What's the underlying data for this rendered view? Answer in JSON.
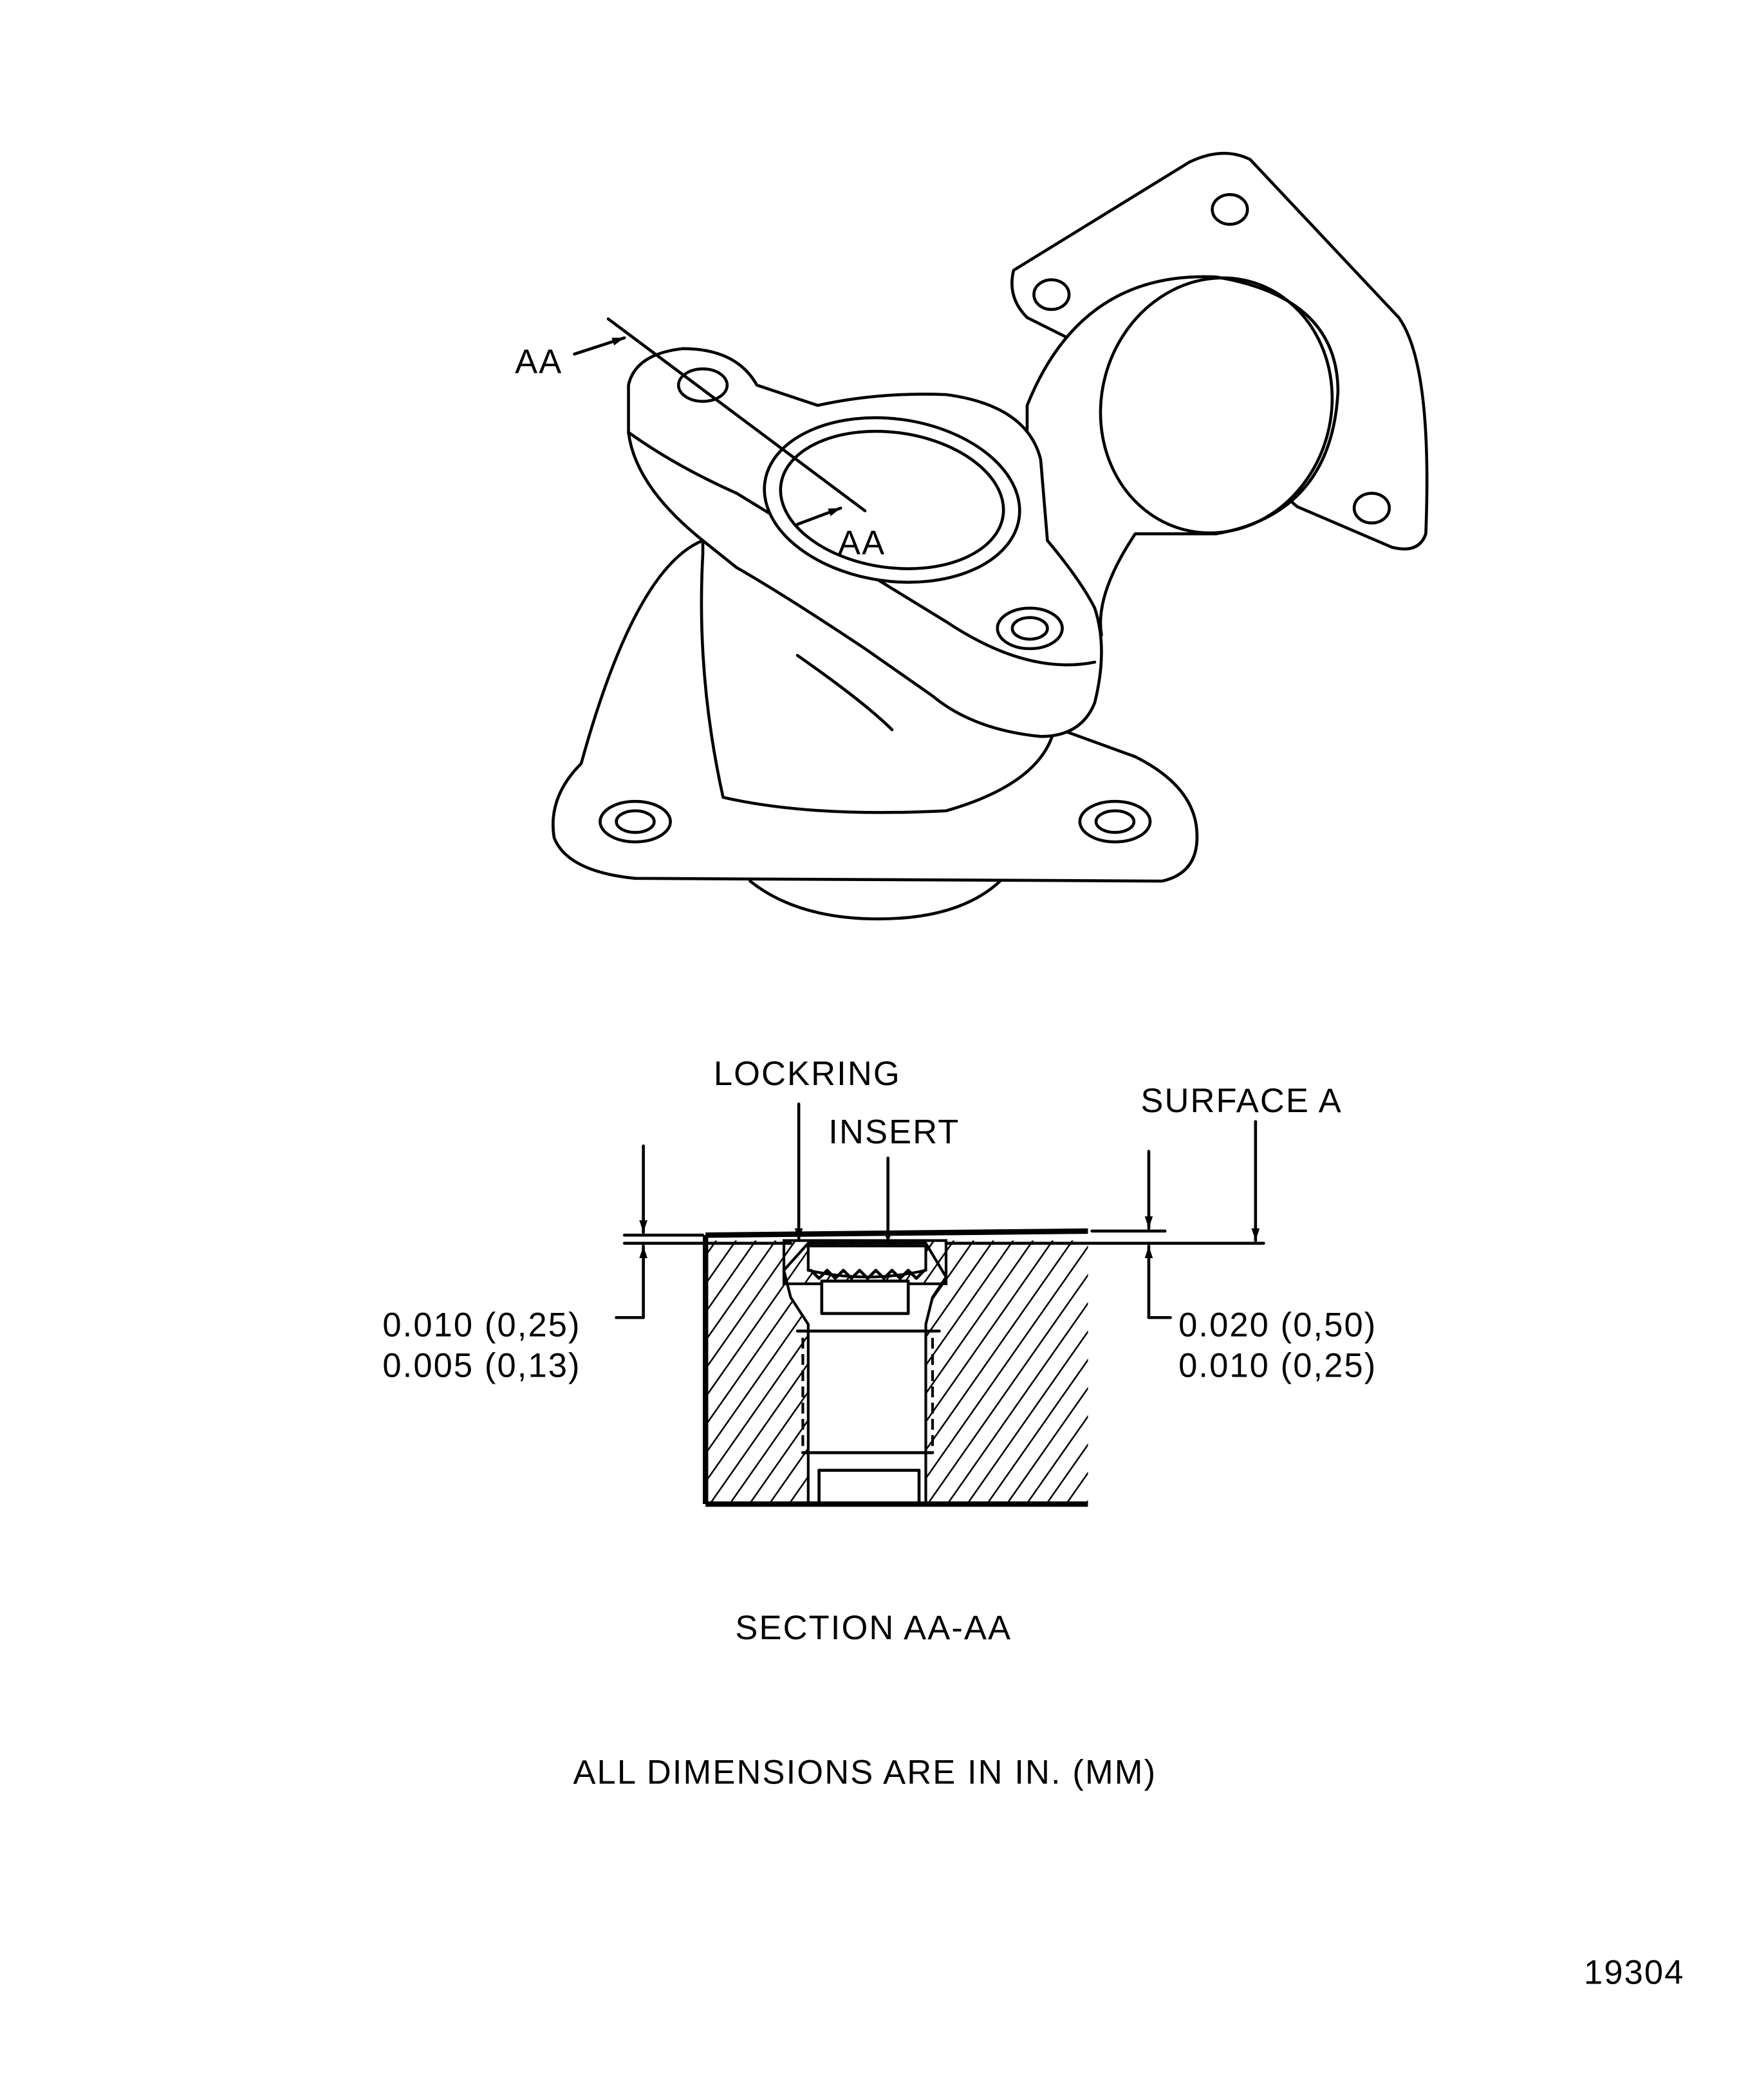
{
  "iso_view": {
    "cut_label_start": "AA",
    "cut_label_end": "AA"
  },
  "section": {
    "lockring_label": "LOCKRING",
    "insert_label": "INSERT",
    "surface_label": "SURFACE A",
    "left_dim": [
      "0.010 (0,25)",
      "0.005 (0,13)"
    ],
    "right_dim": [
      "0.020 (0,50)",
      "0.010 (0,25)"
    ],
    "title": "SECTION AA-AA"
  },
  "note": "ALL DIMENSIONS ARE IN IN. (MM)",
  "figure_number": "19304"
}
